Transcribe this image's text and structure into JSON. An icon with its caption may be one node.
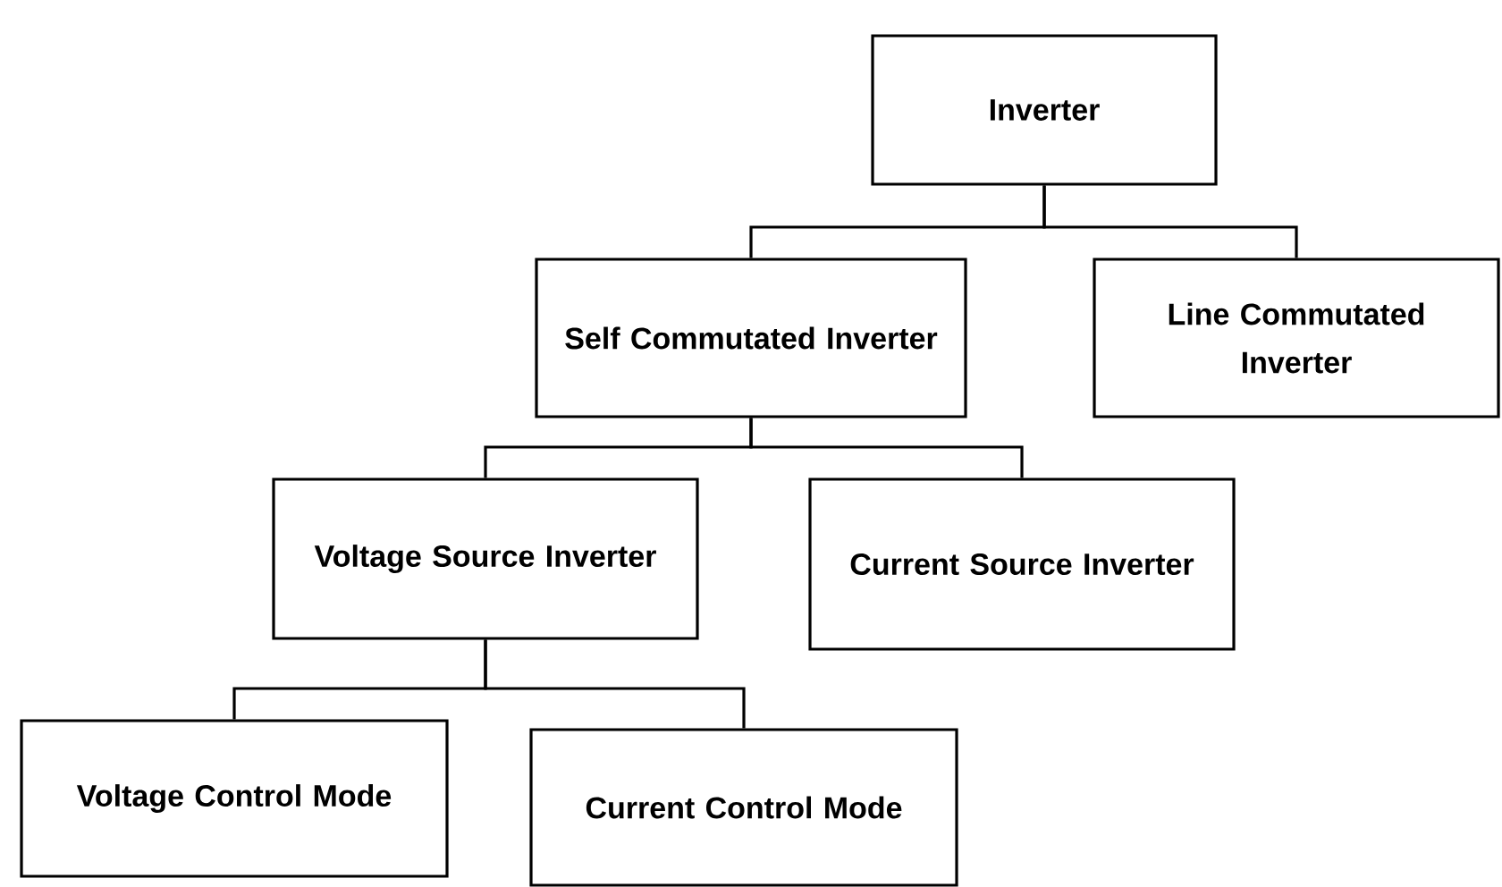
{
  "diagram": {
    "nodes": [
      {
        "text": [
          "Inverter"
        ]
      },
      {
        "text": [
          "Self Commutated Inverter"
        ]
      },
      {
        "text": [
          "Line Commutated Inverter"
        ]
      },
      {
        "text": [
          "Voltage Source Inverter"
        ]
      },
      {
        "text": [
          "Current Source Inverter"
        ]
      },
      {
        "text": [
          "Voltage Control Mode"
        ]
      },
      {
        "text": [
          "Current Control Mode"
        ]
      }
    ],
    "edges": [
      {
        "from": 0,
        "to": 1,
        "arrow": "none"
      },
      {
        "from": 0,
        "to": 2,
        "arrow": "none"
      },
      {
        "from": 1,
        "to": 3,
        "arrow": "none"
      },
      {
        "from": 1,
        "to": 4,
        "arrow": "none"
      },
      {
        "from": 3,
        "to": 5,
        "arrow": "none"
      },
      {
        "from": 3,
        "to": 6,
        "arrow": "none"
      }
    ]
  }
}
